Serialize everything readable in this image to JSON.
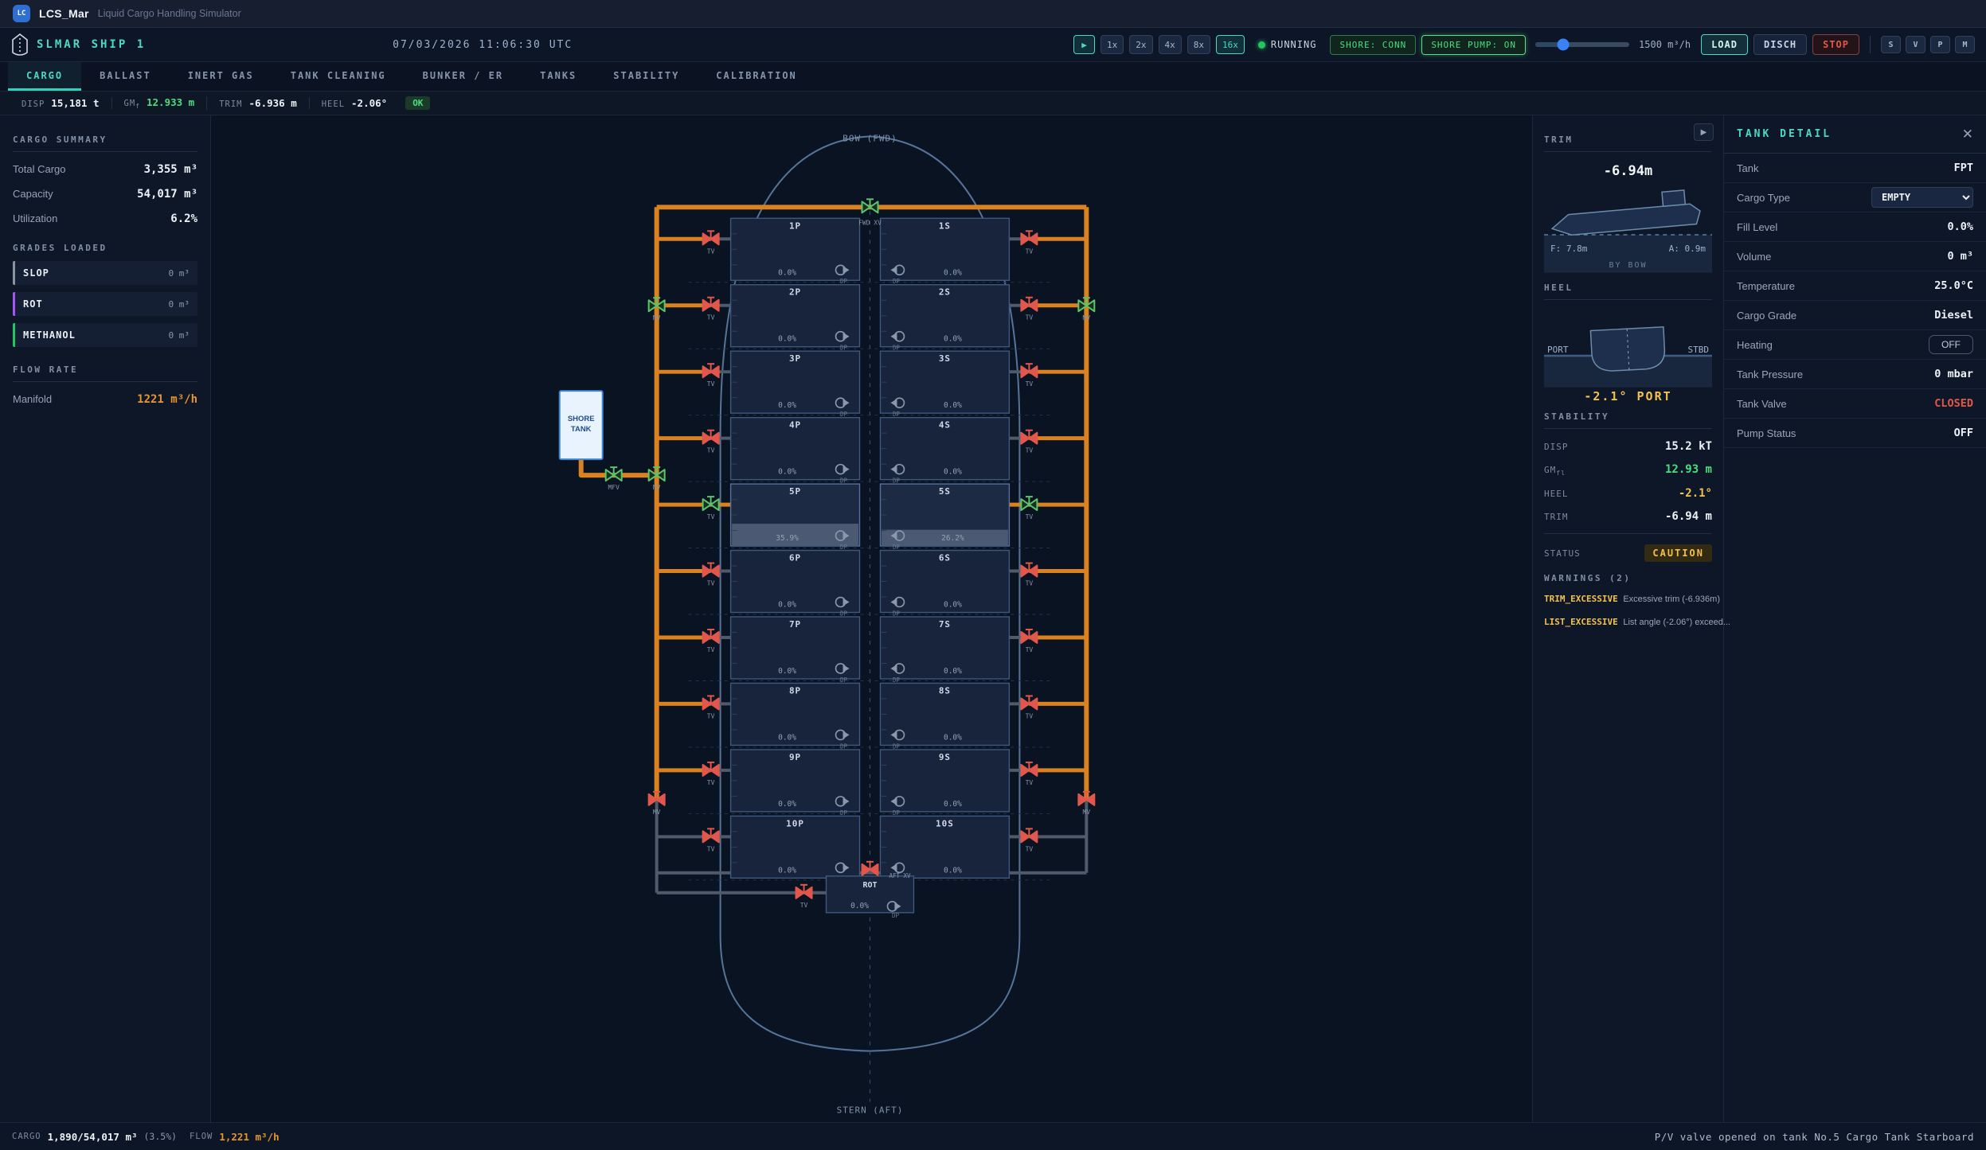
{
  "app": {
    "badge": "LC",
    "name": "LCS_Mar",
    "subtitle": "Liquid Cargo Handling Simulator"
  },
  "shipbar": {
    "ship_name": "SLMAR SHIP 1",
    "datetime": "07/03/2026 11:06:30 UTC",
    "play_icon": "▶",
    "speed_buttons": [
      "1x",
      "2x",
      "4x",
      "8x",
      "16x"
    ],
    "active_speed": "16x",
    "running_label": "RUNNING",
    "shore_conn_label": "SHORE: CONN",
    "shore_pump_label": "SHORE PUMP: ON",
    "manifold_rate": "1500 m³/h",
    "load_label": "LOAD",
    "disch_label": "DISCH",
    "stop_label": "STOP",
    "mini_buttons": [
      "S",
      "V",
      "P",
      "M"
    ]
  },
  "tabs": [
    {
      "label": "CARGO",
      "active": true
    },
    {
      "label": "BALLAST",
      "active": false
    },
    {
      "label": "INERT GAS",
      "active": false
    },
    {
      "label": "TANK CLEANING",
      "active": false
    },
    {
      "label": "BUNKER / ER",
      "active": false
    },
    {
      "label": "TANKS",
      "active": false
    },
    {
      "label": "STABILITY",
      "active": false
    },
    {
      "label": "CALIBRATION",
      "active": false
    }
  ],
  "statusbar": {
    "items": [
      {
        "label": "DISP",
        "value": "15,181 t"
      },
      {
        "label": "GM",
        "sub": "f",
        "value": "12.933 m",
        "color": "#4ade80"
      },
      {
        "label": "TRIM",
        "value": "-6.936 m"
      },
      {
        "label": "HEEL",
        "value": "-2.06°"
      }
    ],
    "ok_badge": "OK"
  },
  "sidebar": {
    "cargo_summary_header": "CARGO SUMMARY",
    "summary": [
      {
        "label": "Total Cargo",
        "value": "3,355 m³"
      },
      {
        "label": "Capacity",
        "value": "54,017 m³"
      },
      {
        "label": "Utilization",
        "value": "6.2%"
      }
    ],
    "grades_header": "GRADES LOADED",
    "grades": [
      {
        "name": "SLOP",
        "value": "0 m³",
        "color": "#8a93a0"
      },
      {
        "name": "ROT",
        "value": "0 m³",
        "color": "#a855f7"
      },
      {
        "name": "METHANOL",
        "value": "0 m³",
        "color": "#22c55e"
      }
    ],
    "flow_header": "FLOW RATE",
    "flow": {
      "label": "Manifold",
      "value": "1221 m³/h"
    }
  },
  "diagram": {
    "bow_label": "BOW (FWD)",
    "stern_label": "STERN (AFT)",
    "shore_tank_label_1": "SHORE",
    "shore_tank_label_2": "TANK",
    "valve_labels": {
      "tv": "TV",
      "mv": "MV",
      "mfv": "MFV",
      "fwd": "FWD XV",
      "aft": "AFT XV",
      "pump": "DP"
    },
    "tanks": [
      {
        "id": "1P",
        "fill_pct": 0.0,
        "valve_open": false
      },
      {
        "id": "2P",
        "fill_pct": 0.0,
        "valve_open": false
      },
      {
        "id": "3P",
        "fill_pct": 0.0,
        "valve_open": false
      },
      {
        "id": "4P",
        "fill_pct": 0.0,
        "valve_open": false
      },
      {
        "id": "5P",
        "fill_pct": 35.9,
        "valve_open": true
      },
      {
        "id": "6P",
        "fill_pct": 0.0,
        "valve_open": false
      },
      {
        "id": "7P",
        "fill_pct": 0.0,
        "valve_open": false
      },
      {
        "id": "8P",
        "fill_pct": 0.0,
        "valve_open": false
      },
      {
        "id": "9P",
        "fill_pct": 0.0,
        "valve_open": false
      },
      {
        "id": "10P",
        "fill_pct": 0.0,
        "valve_open": false
      },
      {
        "id": "1S",
        "fill_pct": 0.0,
        "valve_open": false
      },
      {
        "id": "2S",
        "fill_pct": 0.0,
        "valve_open": false
      },
      {
        "id": "3S",
        "fill_pct": 0.0,
        "valve_open": false
      },
      {
        "id": "4S",
        "fill_pct": 0.0,
        "valve_open": false
      },
      {
        "id": "5S",
        "fill_pct": 26.2,
        "valve_open": true
      },
      {
        "id": "6S",
        "fill_pct": 0.0,
        "valve_open": false
      },
      {
        "id": "7S",
        "fill_pct": 0.0,
        "valve_open": false
      },
      {
        "id": "8S",
        "fill_pct": 0.0,
        "valve_open": false
      },
      {
        "id": "9S",
        "fill_pct": 0.0,
        "valve_open": false
      },
      {
        "id": "10S",
        "fill_pct": 0.0,
        "valve_open": false
      },
      {
        "id": "ROT",
        "fill_pct": 0.0,
        "valve_open": false
      }
    ]
  },
  "trim_panel": {
    "collapse_icon": "▶",
    "trim_header": "TRIM",
    "trim_value": "-6.94m",
    "fore_draft": "F: 7.8m",
    "aft_draft": "A: 0.9m",
    "trim_direction": "BY BOW",
    "heel_header": "HEEL",
    "port_label": "PORT",
    "stbd_label": "STBD",
    "heel_value": "-2.1° PORT",
    "stability_header": "STABILITY",
    "rows": [
      {
        "label": "DISP",
        "value": "15.2 kT"
      },
      {
        "label": "GM",
        "sub": "fl",
        "value": "12.93 m",
        "color": "#4ade80"
      },
      {
        "label": "HEEL",
        "value": "-2.1°",
        "color": "#f2c14e"
      },
      {
        "label": "TRIM",
        "value": "-6.94 m"
      }
    ],
    "status_label": "STATUS",
    "status_value": "CAUTION",
    "warnings_header": "WARNINGS (2)",
    "warnings": [
      {
        "code": "TRIM_EXCESSIVE",
        "desc": "Excessive trim (-6.936m)"
      },
      {
        "code": "LIST_EXCESSIVE",
        "desc": "List angle (-2.06°) exceed..."
      }
    ]
  },
  "tank_detail": {
    "header": "TANK DETAIL",
    "close_icon": "✕",
    "rows": [
      {
        "label": "Tank",
        "value": "FPT",
        "type": "text"
      },
      {
        "label": "Cargo Type",
        "value": "EMPTY",
        "type": "select"
      },
      {
        "label": "Fill Level",
        "value": "0.0%",
        "type": "text"
      },
      {
        "label": "Volume",
        "value": "0 m³",
        "type": "text"
      },
      {
        "label": "Temperature",
        "value": "25.0°C",
        "type": "text"
      },
      {
        "label": "Cargo Grade",
        "value": "Diesel",
        "type": "text"
      },
      {
        "label": "Heating",
        "value": "OFF",
        "type": "button"
      },
      {
        "label": "Tank Pressure",
        "value": "0 mbar",
        "type": "text"
      },
      {
        "label": "Tank Valve",
        "value": "CLOSED",
        "type": "text",
        "color": "#e2574b"
      },
      {
        "label": "Pump Status",
        "value": "OFF",
        "type": "text"
      }
    ]
  },
  "bottombar": {
    "cargo_label": "CARGO",
    "cargo_value": "1,890/54,017 m³",
    "cargo_pct": "(3.5%)",
    "flow_label": "FLOW",
    "flow_value": "1,221 m³/h",
    "message": "P/V valve opened on tank No.5 Cargo Tank Starboard"
  },
  "colors": {
    "accent": "#4dd8c4",
    "pipe_active": "#d9821f",
    "pipe_inactive": "#4f5a6b",
    "valve_open": "#5cc46a",
    "valve_closed": "#e2574b",
    "warning": "#f2c14e",
    "ok_green": "#4ade80",
    "flow_orange": "#e8962e"
  }
}
